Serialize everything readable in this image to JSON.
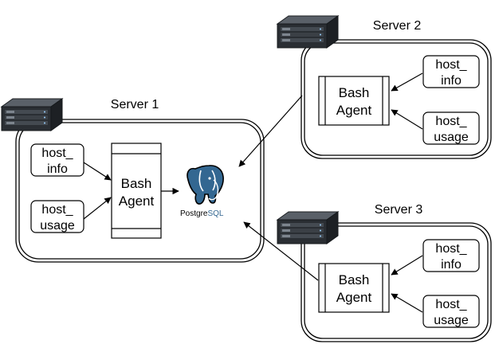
{
  "servers": [
    {
      "label": "Server 1",
      "agent": [
        "Bash",
        "Agent"
      ],
      "info": [
        "host_",
        "info"
      ],
      "usage": [
        "host_",
        "usage"
      ]
    },
    {
      "label": "Server 2",
      "agent": [
        "Bash",
        "Agent"
      ],
      "info": [
        "host_",
        "info"
      ],
      "usage": [
        "host_",
        "usage"
      ]
    },
    {
      "label": "Server 3",
      "agent": [
        "Bash",
        "Agent"
      ],
      "info": [
        "host_",
        "info"
      ],
      "usage": [
        "host_",
        "usage"
      ]
    }
  ],
  "database": {
    "label_prefix": "Postgre",
    "label_suffix": "SQL",
    "icon": "postgresql-elephant-icon"
  },
  "server_icon": "server-rack-icon",
  "colors": {
    "line": "#000000",
    "postgres_blue": "#336791",
    "server_body": "#2b2f33"
  }
}
